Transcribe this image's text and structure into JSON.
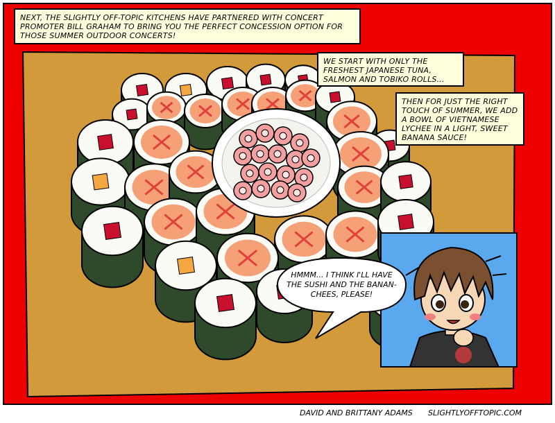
{
  "captions": {
    "intro": "NEXT, THE SLIGHTLY OFF-TOPIC KITCHENS HAVE PARTNERED WITH CONCERT PROMOTER BILL GRAHAM TO BRING YOU THE PERFECT CONCESSION OPTION FOR THOSE SUMMER OUTDOOR CONCERTS!",
    "rolls": "WE START WITH ONLY THE FRESHEST JAPANESE TUNA, SALMON AND TOBIKO ROLLS...",
    "lychee": "THEN FOR JUST THE RIGHT TOUCH OF SUMMER, WE ADD A BOWL OF VIETNAMESE LYCHEE IN A LIGHT, SWEET BANANA SAUCE!"
  },
  "speech_bubble": {
    "text": "HMMM... I THINK I'LL HAVE THE SUSHI AND THE BANAN-CHEES, PLEASE!"
  },
  "credits": {
    "authors": "DAVID AND BRITTANY ADAMS",
    "site": "SLIGHTLYOFFTOPIC.COM"
  },
  "colors": {
    "frame": "#ee0000",
    "tablecloth": "#d29a3b",
    "nori": "#2f4a2a",
    "rice": "#fbfbf6",
    "tuna": "#c8102e",
    "salmon": "#f4a640",
    "tobiko": "#f6a077",
    "caption_bg": "#ffffdd",
    "portrait_bg": "#5aa9ee"
  }
}
